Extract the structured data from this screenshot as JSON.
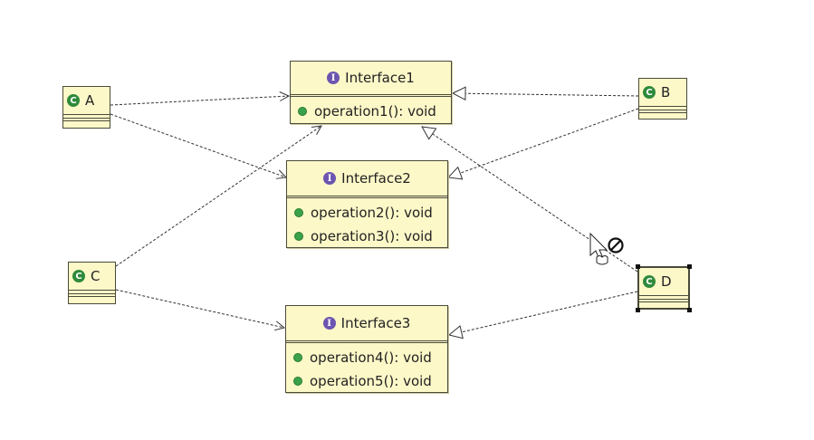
{
  "interfaces": [
    {
      "name": "Interface1",
      "operations": [
        "operation1(): void"
      ]
    },
    {
      "name": "Interface2",
      "operations": [
        "operation2(): void",
        "operation3(): void"
      ]
    },
    {
      "name": "Interface3",
      "operations": [
        "operation4(): void",
        "operation5(): void"
      ]
    }
  ],
  "classes": [
    {
      "name": "A"
    },
    {
      "name": "B"
    },
    {
      "name": "C"
    },
    {
      "name": "D"
    }
  ],
  "icons": {
    "interface": "I",
    "class": "C"
  },
  "colors": {
    "box_fill": "#fdf8c8",
    "interface_icon": "#6b55b0",
    "class_icon": "#2f8a3c",
    "method_dot": "#3aa34a"
  }
}
